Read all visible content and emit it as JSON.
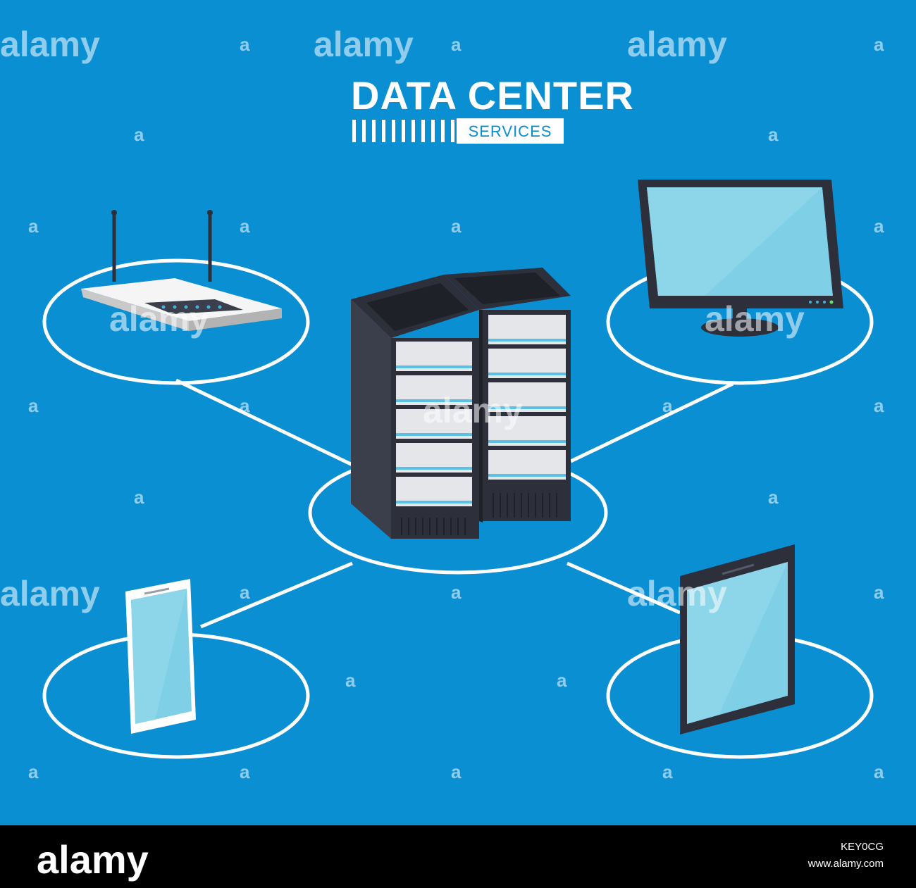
{
  "header": {
    "title": "DATA CENTER",
    "subtitle": "SERVICES"
  },
  "watermark": {
    "text": "alamy",
    "mark": "a"
  },
  "footer": {
    "logo": "alamy",
    "image_id": "KEY0CG",
    "url": "www.alamy.com"
  },
  "nodes": [
    {
      "id": "router",
      "icon": "wifi-router-icon"
    },
    {
      "id": "monitor",
      "icon": "desktop-monitor-icon"
    },
    {
      "id": "server",
      "icon": "server-rack-icon"
    },
    {
      "id": "smartphone",
      "icon": "smartphone-icon"
    },
    {
      "id": "tablet",
      "icon": "tablet-icon"
    }
  ],
  "colors": {
    "background": "#0a8fd3",
    "line": "#ffffff",
    "rack": "#3b3e4b",
    "screen": "#7fcfe6",
    "footer": "#000000"
  }
}
